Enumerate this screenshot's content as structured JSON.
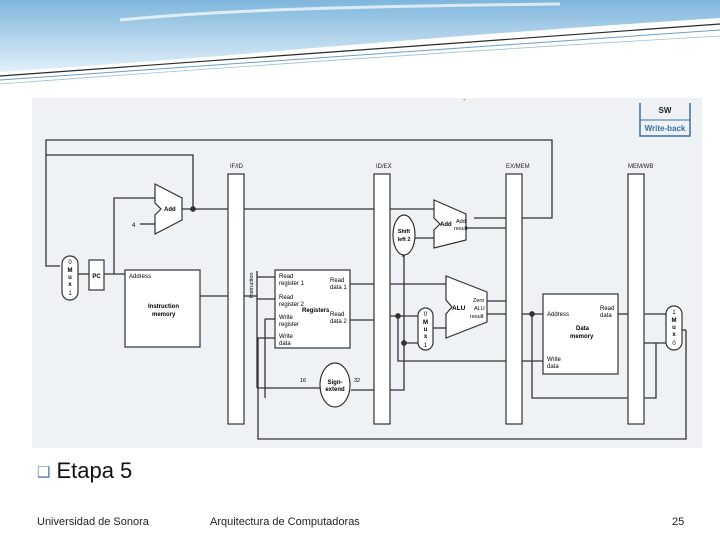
{
  "slide": {
    "bullet": "Etapa 5",
    "footer_left": "Universidad de Sonora",
    "footer_center": "Arquitectura de Computadoras",
    "page_number": "25"
  },
  "diagram": {
    "legend": {
      "top": "SW",
      "bottom": "Write-back"
    },
    "pipeline_registers": [
      "IF/ID",
      "ID/EX",
      "EX/MEM",
      "MEM/WB"
    ],
    "add_pc": "Add",
    "constant_4": "4",
    "mux_pc": [
      "0",
      "M",
      "u",
      "x",
      "1"
    ],
    "pc": "PC",
    "imem_address": "Address",
    "imem_title": [
      "Instruction",
      "memory"
    ],
    "instruction_vertical": "Instruction",
    "regs": {
      "read_reg1": [
        "Read",
        "register 1"
      ],
      "read_reg2": [
        "Read",
        "register 2"
      ],
      "write_reg": [
        "Write",
        "register"
      ],
      "write_data": [
        "Write",
        "data"
      ],
      "title": "Registers",
      "read_data1": [
        "Read",
        "data 1"
      ],
      "read_data2": [
        "Read",
        "data 2"
      ]
    },
    "sign_extend": [
      "Sign-",
      "extend"
    ],
    "bits_16": "16",
    "bits_32": "32",
    "shift": [
      "Shift",
      "left 2"
    ],
    "add_branch": "Add",
    "add_result": [
      "Add",
      "result"
    ],
    "mux_alu": [
      "0",
      "M",
      "u",
      "x",
      "1"
    ],
    "alu": "ALU",
    "alu_zero": "Zero",
    "alu_result": [
      "ALU",
      "result"
    ],
    "dmem_address": "Address",
    "dmem_title": [
      "Data",
      "memory"
    ],
    "dmem_read_data": [
      "Read",
      "data"
    ],
    "dmem_write_data": [
      "Write",
      "data"
    ],
    "mux_wb": [
      "1",
      "M",
      "u",
      "x",
      "0"
    ],
    "stray_mark": "-"
  }
}
